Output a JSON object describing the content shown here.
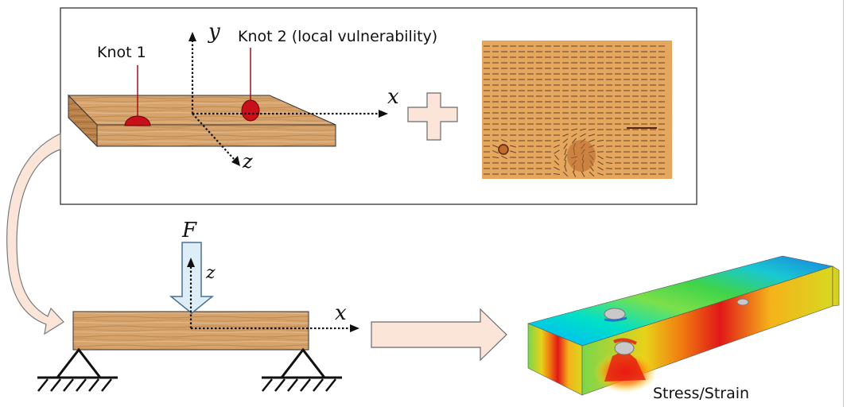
{
  "labels": {
    "knot1": "Knot 1",
    "knot2": "Knot 2 (local vulnerability)",
    "axis_y": "y",
    "axis_x_top": "x",
    "axis_z_top": "z",
    "force": "F",
    "axis_z_bottom": "z",
    "axis_x_bottom": "x",
    "result": "Stress/Strain"
  },
  "colors": {
    "wood_light": "#d9ad7c",
    "wood_dark": "#a8743f",
    "knot": "#c8101a",
    "arrow_fill": "#fbe5d9",
    "force_fill": "#deeef8",
    "force_stroke": "#4a6f92",
    "frame": "#222222"
  },
  "icons": {
    "plus": "plus-icon",
    "support_left": "pin-support-icon",
    "support_right": "pin-support-icon",
    "flow_arrow": "block-arrow-right-icon",
    "curved_arrow": "curved-arrow-icon"
  }
}
